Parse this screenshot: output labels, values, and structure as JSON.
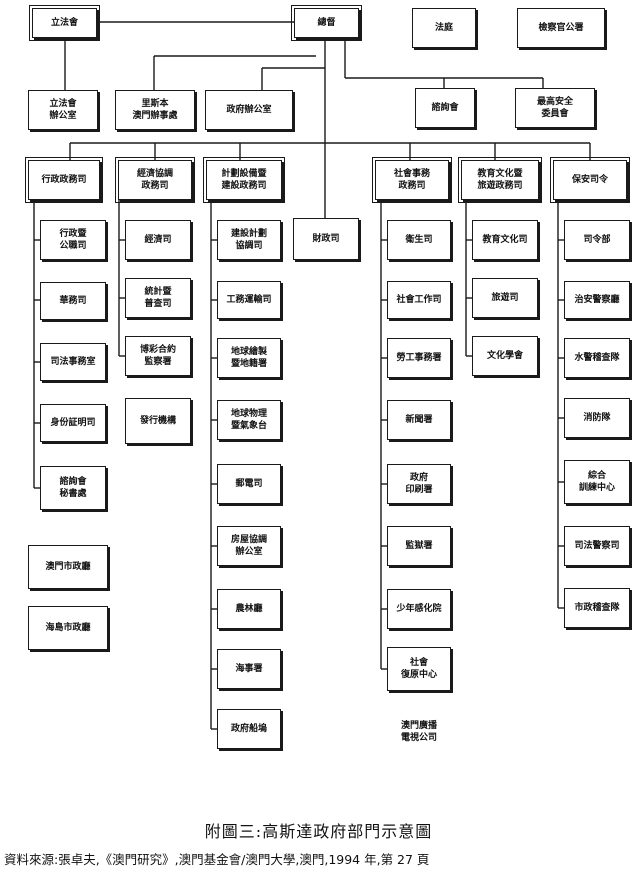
{
  "nodes": {
    "legislative_assembly": "立法會",
    "governor": "總督",
    "courts": "法庭",
    "prosecutor": "檢察官公署",
    "legislative_office": "立法會\n辦公室",
    "lisbon_office": "里斯本\n澳門辦事處",
    "government_office": "政府辦公室",
    "consultative_council": "諮詢會",
    "supreme_security_council": "最高安全\n委員會",
    "admin_affairs_sec": "行政政務司",
    "economic_coord_sec": "經濟協調\n政務司",
    "planning_infra_sec": "計劃設備暨\n建設政務司",
    "finance_dept": "財政司",
    "social_affairs_sec": "社會事務\n政務司",
    "edu_culture_sec": "教育文化暨\n旅遊政務司",
    "security_command": "保安司令",
    "public_admin_office": "行政暨\n公職司",
    "justice_affairs_dept": "華務司",
    "legal_affairs_office": "司法事務室",
    "identification_dept": "身份証明司",
    "consultative_secretariat": "諮詢會\n秘書處",
    "economy_dept": "經濟司",
    "statistics_dept": "統計暨\n普查司",
    "gaming_inspection": "博彩合約\n監察署",
    "issuing_institute": "發行機構",
    "construction_coord_office": "建設計劃\n協調司",
    "public_works_transport": "工務運輸司",
    "cartography_cadastre": "地球繪製\n暨地籍署",
    "meteorology_geophysics": "地球物理\n暨氣象台",
    "post_telecom": "郵電司",
    "housing_coord_office": "房屋協調\n辦公室",
    "agriculture_forestry": "農林廳",
    "marine_dept": "海事署",
    "government_shipyard": "政府船塢",
    "health_dept": "衛生司",
    "social_welfare_dept": "社會工作司",
    "labour_affairs_dept": "勞工事務署",
    "information_bureau": "新聞署",
    "government_printing": "政府\n印刷署",
    "prison": "監獄署",
    "juvenile_reform": "少年感化院",
    "social_rehab_centre": "社會\n復原中心",
    "macau_broadcasting": "澳門廣播\n電視公司",
    "edu_culture_dept": "教育文化司",
    "tourism_dept": "旅遊司",
    "culture_institute": "文化學會",
    "command_hq": "司令部",
    "public_security_police": "治安警察廳",
    "maritime_police": "水警稽查隊",
    "fire_services": "消防隊",
    "training_centre": "綜合\n訓練中心",
    "judiciary_police": "司法警察司",
    "municipal_police": "市政稽查隊",
    "macau_municipal": "澳門市政廳",
    "islands_municipal": "海島市政廳"
  },
  "caption": "附圖三:高斯達政府部門示意圖",
  "source": "資料來源:張卓夫,《澳門研究》,澳門基金會/澳門大學,澳門,1994 年,第 27 頁"
}
